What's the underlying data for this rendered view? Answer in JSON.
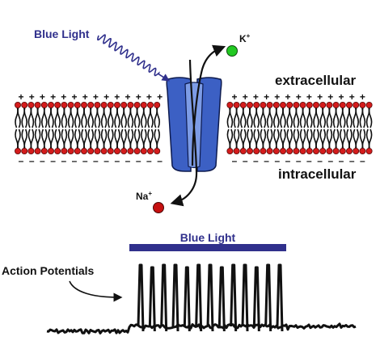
{
  "labels": {
    "blue_light_top": "Blue Light",
    "extracellular": "extracellular",
    "intracellular": "intracellular",
    "blue_light_bar": "Blue Light",
    "action_potentials": "Action Potentials",
    "potassium_symbol": "K",
    "potassium_charge": "+",
    "sodium_symbol": "Na",
    "sodium_charge": "+"
  },
  "membrane": {
    "outer_charge": "+",
    "inner_charge": "–"
  },
  "colors": {
    "light": "#30308c",
    "channel": "#3c60c4",
    "channel_light": "#7d9ce6",
    "channel_outline": "#0d1a4d",
    "lipid_head": "#d41c1c",
    "potassium": "#22c922",
    "sodium": "#c61010",
    "ink": "#111111"
  },
  "icons": {
    "light": "wavy-light-arrow-icon",
    "ion_flow": "curved-arrow-icon"
  },
  "trace": {
    "spike_count": 13
  }
}
